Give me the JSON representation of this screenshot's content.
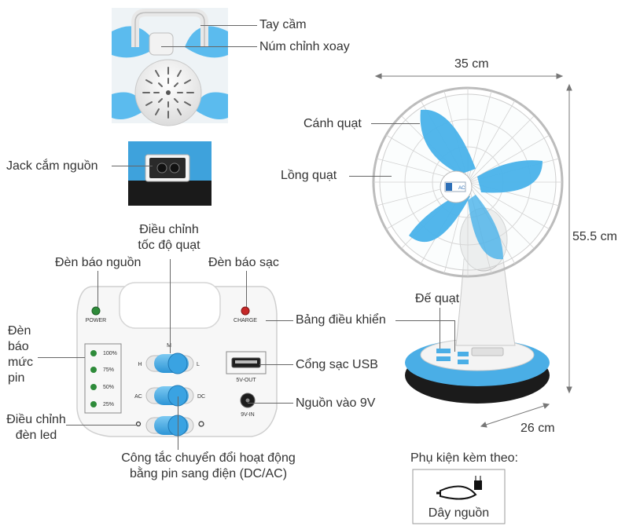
{
  "callouts": {
    "handle": "Tay cầm",
    "knob": "Núm chỉnh xoay",
    "power_jack": "Jack cắm nguồn",
    "speed_line1": "Điều chỉnh",
    "speed_line2": "tốc độ quạt",
    "power_led": "Đèn báo nguồn",
    "charge_led": "Đèn báo sạc",
    "battery_line1": "Đèn",
    "battery_line2": "báo",
    "battery_line3": "mức",
    "battery_line4": "pin",
    "led_adjust_line1": "Điều chỉnh",
    "led_adjust_line2": "đèn led",
    "switch_line1": "Công tắc chuyển đổi hoạt động",
    "switch_line2": "bằng pin sang điện (DC/AC)",
    "control_panel": "Bảng điều khiển",
    "usb_port": "Cổng sạc USB",
    "power_in": "Nguồn vào 9V",
    "blade": "Cánh quạt",
    "cage": "Lồng quạt",
    "base": "Đế quạt"
  },
  "dimensions": {
    "width": "35 cm",
    "height": "55.5 cm",
    "depth": "26 cm"
  },
  "panel_labels": {
    "power": "POWER",
    "charge": "CHARGE",
    "level_100": "100%",
    "level_75": "75%",
    "level_50": "50%",
    "level_25": "25%",
    "speed_m": "M",
    "speed_h": "H",
    "speed_l": "L",
    "mode_ac": "AC",
    "mode_dc": "DC",
    "usb": "5V-OUT",
    "dc_in": "9V-IN"
  },
  "fan_logo": "AC",
  "accessories": {
    "title": "Phụ kiện kèm theo:",
    "item": "Dây nguồn"
  },
  "colors": {
    "accent_blue": "#3fa9e6",
    "blade_blue": "#4ab3ea",
    "dark_base": "#1b1b1b",
    "led_green": "#2e8b3a",
    "led_red": "#c62828"
  }
}
